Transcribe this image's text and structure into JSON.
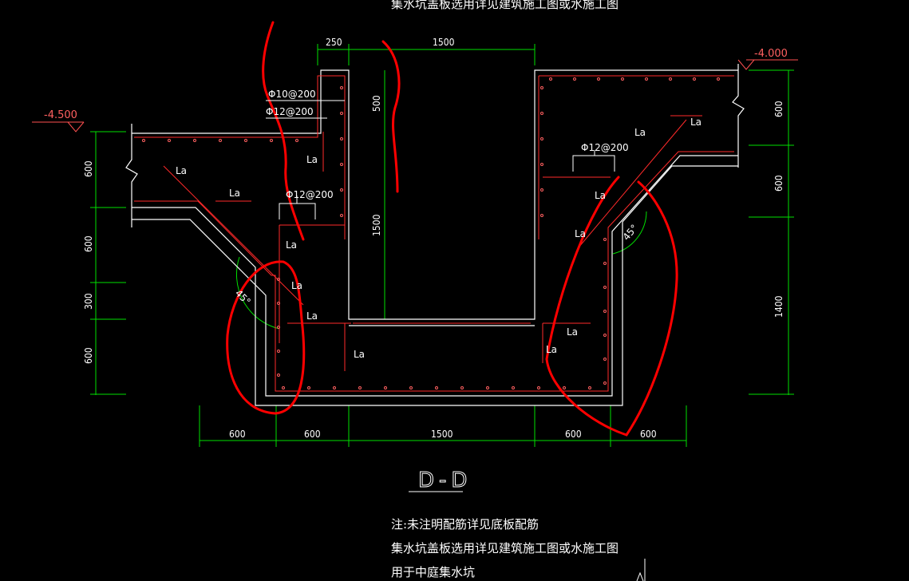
{
  "top_note_cut": "集水坑盖板选用详见建筑施工图或水施工图",
  "section_title": "D-D",
  "notes": [
    "注:未注明配筋详见底板配筋",
    "集水坑盖板选用详见建筑施工图或水施工图",
    "用于中庭集水坑"
  ],
  "elevations": {
    "left": "-4.500",
    "right": "-4.000"
  },
  "top_dims": {
    "wall": "250",
    "pit_width": "1500"
  },
  "bottom_dims": [
    "600",
    "600",
    "1500",
    "600",
    "600"
  ],
  "left_dims": [
    "600",
    "600",
    "300",
    "600"
  ],
  "right_dims": [
    "600",
    "600",
    "1400"
  ],
  "inner_dims": {
    "upper": "500",
    "lower": "1500"
  },
  "rebar": {
    "phi10": "Φ10@200",
    "phi12_a": "Φ12@200",
    "phi12_b": "Φ12@200",
    "phi12_c": "Φ12@200"
  },
  "anchor_label": "La",
  "angle_label": "45°",
  "colors": {
    "concrete": "#ffffff",
    "rebar": "#ff3030",
    "dimension": "#00ff00",
    "markup": "#ff0000",
    "angle": "#00ff00"
  }
}
